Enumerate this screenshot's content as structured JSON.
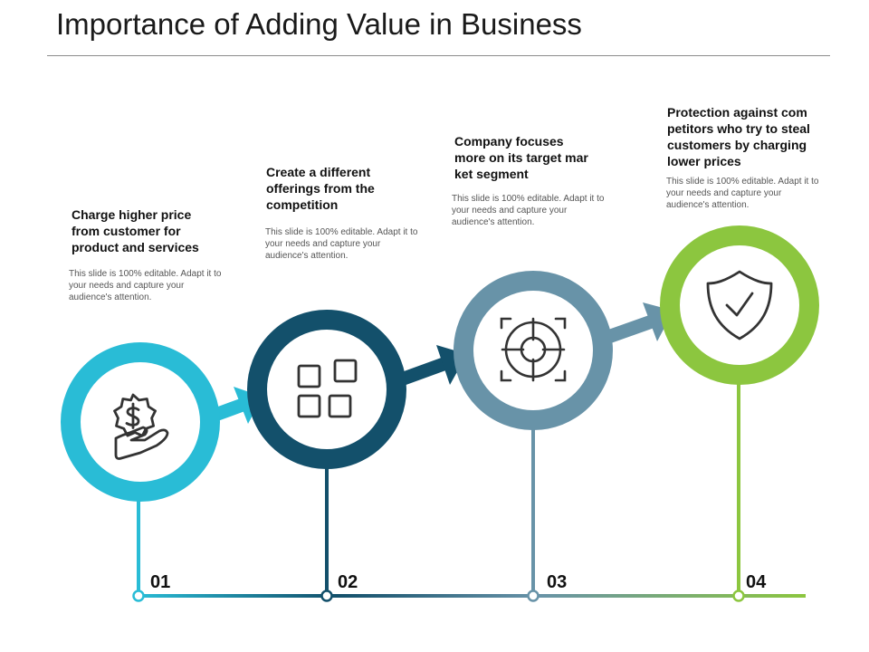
{
  "slide": {
    "title": "Importance of Adding Value in Business"
  },
  "colors": {
    "step1": "#29bcd6",
    "step2": "#13506b",
    "step3": "#6893a8",
    "step4": "#8cc63f"
  },
  "steps": [
    {
      "number": "01",
      "heading": "Charge higher price\nfrom customer for\nproduct and services",
      "body": "This slide is 100% editable. Adapt it to your needs and capture your audience's attention.",
      "icon": "dollar-badge-hand-icon"
    },
    {
      "number": "02",
      "heading": "Create a different\nofferings from the\ncompetition",
      "body": "This slide is 100% editable. Adapt it to your needs and capture your audience's attention.",
      "icon": "app-grid-icon"
    },
    {
      "number": "03",
      "heading": "Company focuses\nmore on its target mar\nket segment",
      "body": "This slide is 100% editable. Adapt it to your needs and capture your audience's attention.",
      "icon": "target-crosshair-icon"
    },
    {
      "number": "04",
      "heading": "Protection against com\npetitors who try to steal\ncustomers by charging\nlower prices",
      "body": "This slide is 100% editable. Adapt it to your needs and capture your audience's attention.",
      "icon": "shield-check-icon"
    }
  ]
}
